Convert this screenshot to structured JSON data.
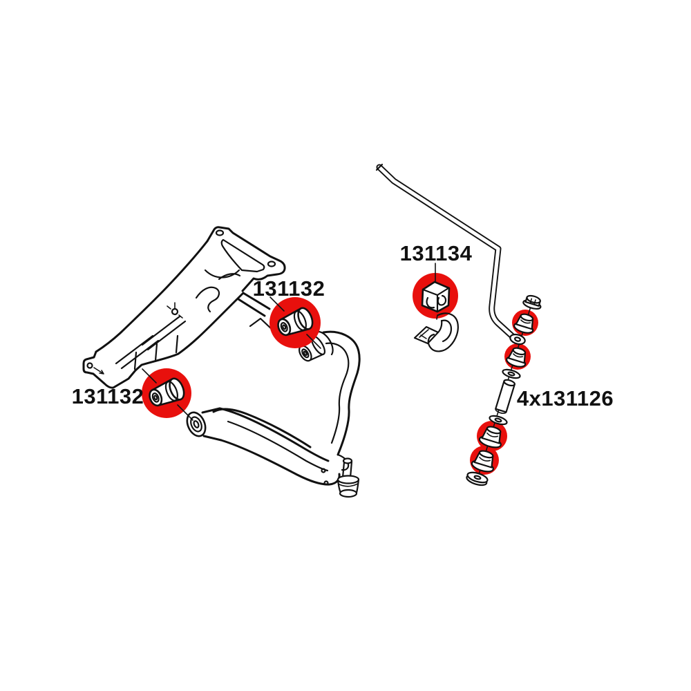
{
  "diagram": {
    "background_color": "#ffffff",
    "line_color": "#111111",
    "highlight_color": "#e8100d",
    "parts": [
      {
        "id": "subframe-bushing-upper",
        "label": "131132"
      },
      {
        "id": "subframe-bushing-lower",
        "label": "131132"
      },
      {
        "id": "stabilizer-bar-bushing",
        "label": "131134"
      },
      {
        "id": "endlink-bushing-set",
        "label": "4x131126"
      }
    ]
  }
}
